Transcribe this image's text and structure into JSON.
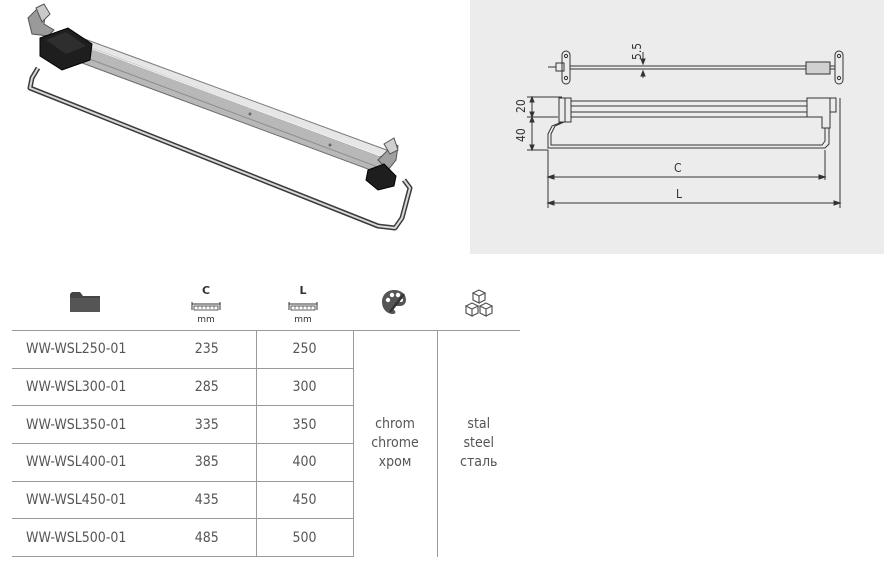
{
  "drawing": {
    "dim_height_bracket": "5.5",
    "dim_top": "20",
    "dim_side": "40",
    "dim_c": "C",
    "dim_l": "L"
  },
  "table": {
    "header_icons": {
      "model": "folder-icon",
      "c": "dimension-ruler-icon",
      "l": "dimension-ruler-icon",
      "finish": "palette-icon",
      "material": "cubes-icon"
    },
    "c_letter": "C",
    "c_unit": "mm",
    "l_letter": "L",
    "l_unit": "mm",
    "rows": [
      {
        "model": "WW-WSL250-01",
        "c": "235",
        "l": "250"
      },
      {
        "model": "WW-WSL300-01",
        "c": "285",
        "l": "300"
      },
      {
        "model": "WW-WSL350-01",
        "c": "335",
        "l": "350"
      },
      {
        "model": "WW-WSL400-01",
        "c": "385",
        "l": "400"
      },
      {
        "model": "WW-WSL450-01",
        "c": "435",
        "l": "450"
      },
      {
        "model": "WW-WSL500-01",
        "c": "485",
        "l": "500"
      }
    ],
    "finish": [
      "chrom",
      "chrome",
      "хром"
    ],
    "material": [
      "stal",
      "steel",
      "сталь"
    ]
  }
}
